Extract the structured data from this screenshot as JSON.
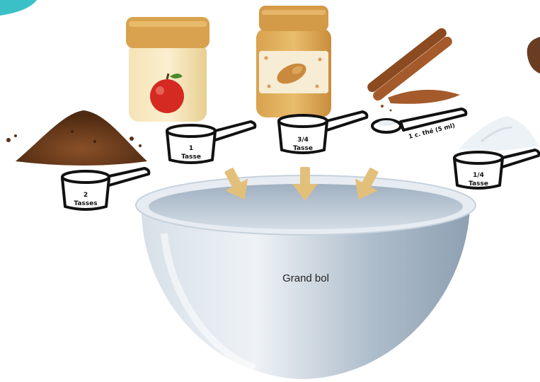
{
  "ingredients": {
    "ground_spice": {
      "amount": "2",
      "unit": "Tasses",
      "icon": "ground-spice-pile-icon"
    },
    "applesauce": {
      "amount": "1",
      "unit": "Tasse",
      "icon": "applesauce-jar-icon"
    },
    "peanut_butter": {
      "amount": "3/4",
      "unit": "Tasse",
      "icon": "peanut-butter-jar-icon"
    },
    "cinnamon": {
      "amount": "1 c. thé (5 ml)",
      "icon": "cinnamon-sticks-icon"
    },
    "flour": {
      "amount": "1/4",
      "unit": "Tasse",
      "icon": "flour-pile-icon"
    }
  },
  "bowl": {
    "label": "Grand bol"
  },
  "colors": {
    "arrow": "#e3c07a",
    "bowl": "#b9c6d3",
    "spice_pile": "#6b3b1c",
    "cinnamon": "#a45a2a",
    "jar_lid": "#d9a24e",
    "corner_badge": "#3cc0c8"
  }
}
